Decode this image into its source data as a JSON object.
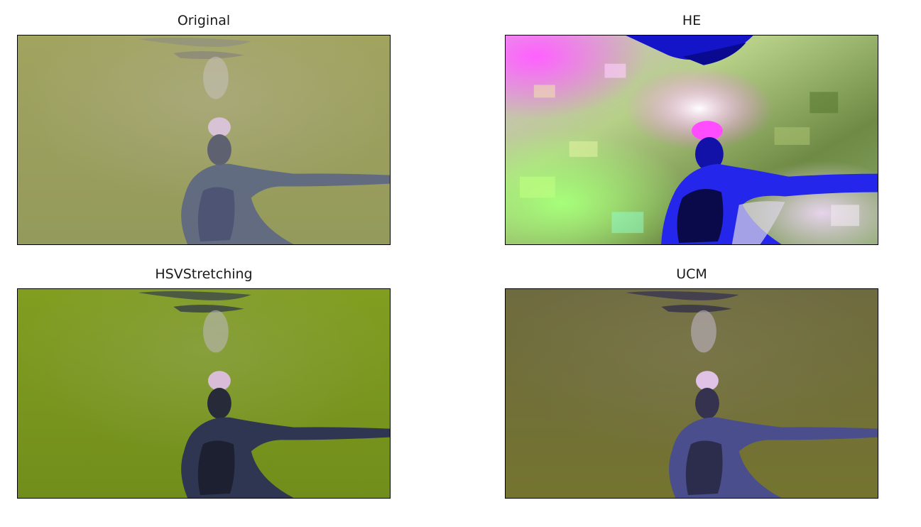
{
  "panels": [
    {
      "title": "Original"
    },
    {
      "title": "HE"
    },
    {
      "title": "HSVStretching"
    },
    {
      "title": "UCM"
    }
  ],
  "colors": {
    "original_bg": "#9a9c5e",
    "he_bg": "#7fa060",
    "hsv_bg": "#7d9a1c",
    "ucm_bg": "#74702f",
    "figure_blue": "#3c4a86",
    "he_figure": "#1f22e6",
    "he_highlight": "#ff40ff"
  }
}
